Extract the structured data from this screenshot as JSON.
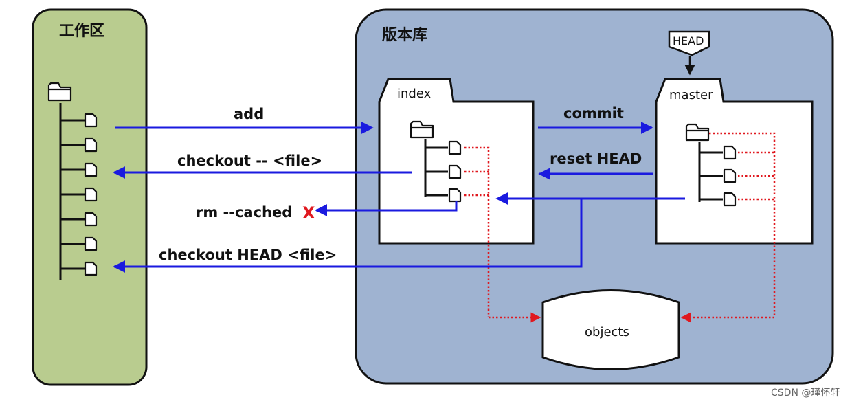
{
  "regions": {
    "workspace_label": "工作区",
    "repository_label": "版本库"
  },
  "nodes": {
    "head": "HEAD",
    "index": "index",
    "master": "master",
    "objects": "objects"
  },
  "operations": {
    "add": "add",
    "checkout_file": "checkout -- <file>",
    "rm_cached": "rm --cached",
    "rm_cached_mark": "X",
    "checkout_head_file": "checkout HEAD <file>",
    "commit": "commit",
    "reset_head": "reset HEAD"
  },
  "watermark": "CSDN @瑾怀轩",
  "colors": {
    "workspace_fill": "#b9cc8f",
    "repository_fill": "#9fb3d1",
    "arrow_blue": "#1a1adf",
    "arrow_red": "#e0181f"
  },
  "workspace_file_count": 7
}
